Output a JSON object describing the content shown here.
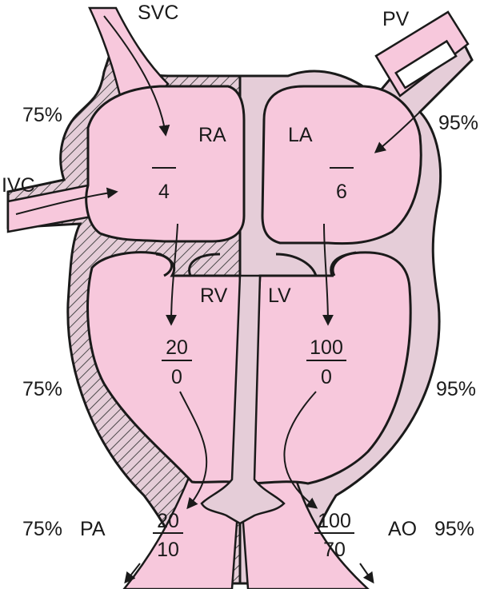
{
  "vessels": {
    "svc": "SVC",
    "ivc": "IVC",
    "pv": "PV",
    "pa": "PA",
    "ao": "AO"
  },
  "chambers": {
    "ra": {
      "name": "RA",
      "systolic": "",
      "diastolic": "4"
    },
    "la": {
      "name": "LA",
      "systolic": "",
      "diastolic": "6"
    },
    "rv": {
      "name": "RV",
      "systolic": "20",
      "diastolic": "0"
    },
    "lv": {
      "name": "LV",
      "systolic": "100",
      "diastolic": "0"
    }
  },
  "arteries": {
    "pa": {
      "systolic": "20",
      "diastolic": "10"
    },
    "ao": {
      "systolic": "100",
      "diastolic": "70"
    }
  },
  "saturations": {
    "right_atrium_level": "75%",
    "right_ventricle_level": "75%",
    "pulmonary_artery_level": "75%",
    "left_atrium_level": "95%",
    "left_ventricle_level": "95%",
    "aorta_level": "95%"
  },
  "colors": {
    "blood": "#f7c8dc",
    "wall": "#e5cdd8",
    "outline": "#1a1a1a"
  }
}
